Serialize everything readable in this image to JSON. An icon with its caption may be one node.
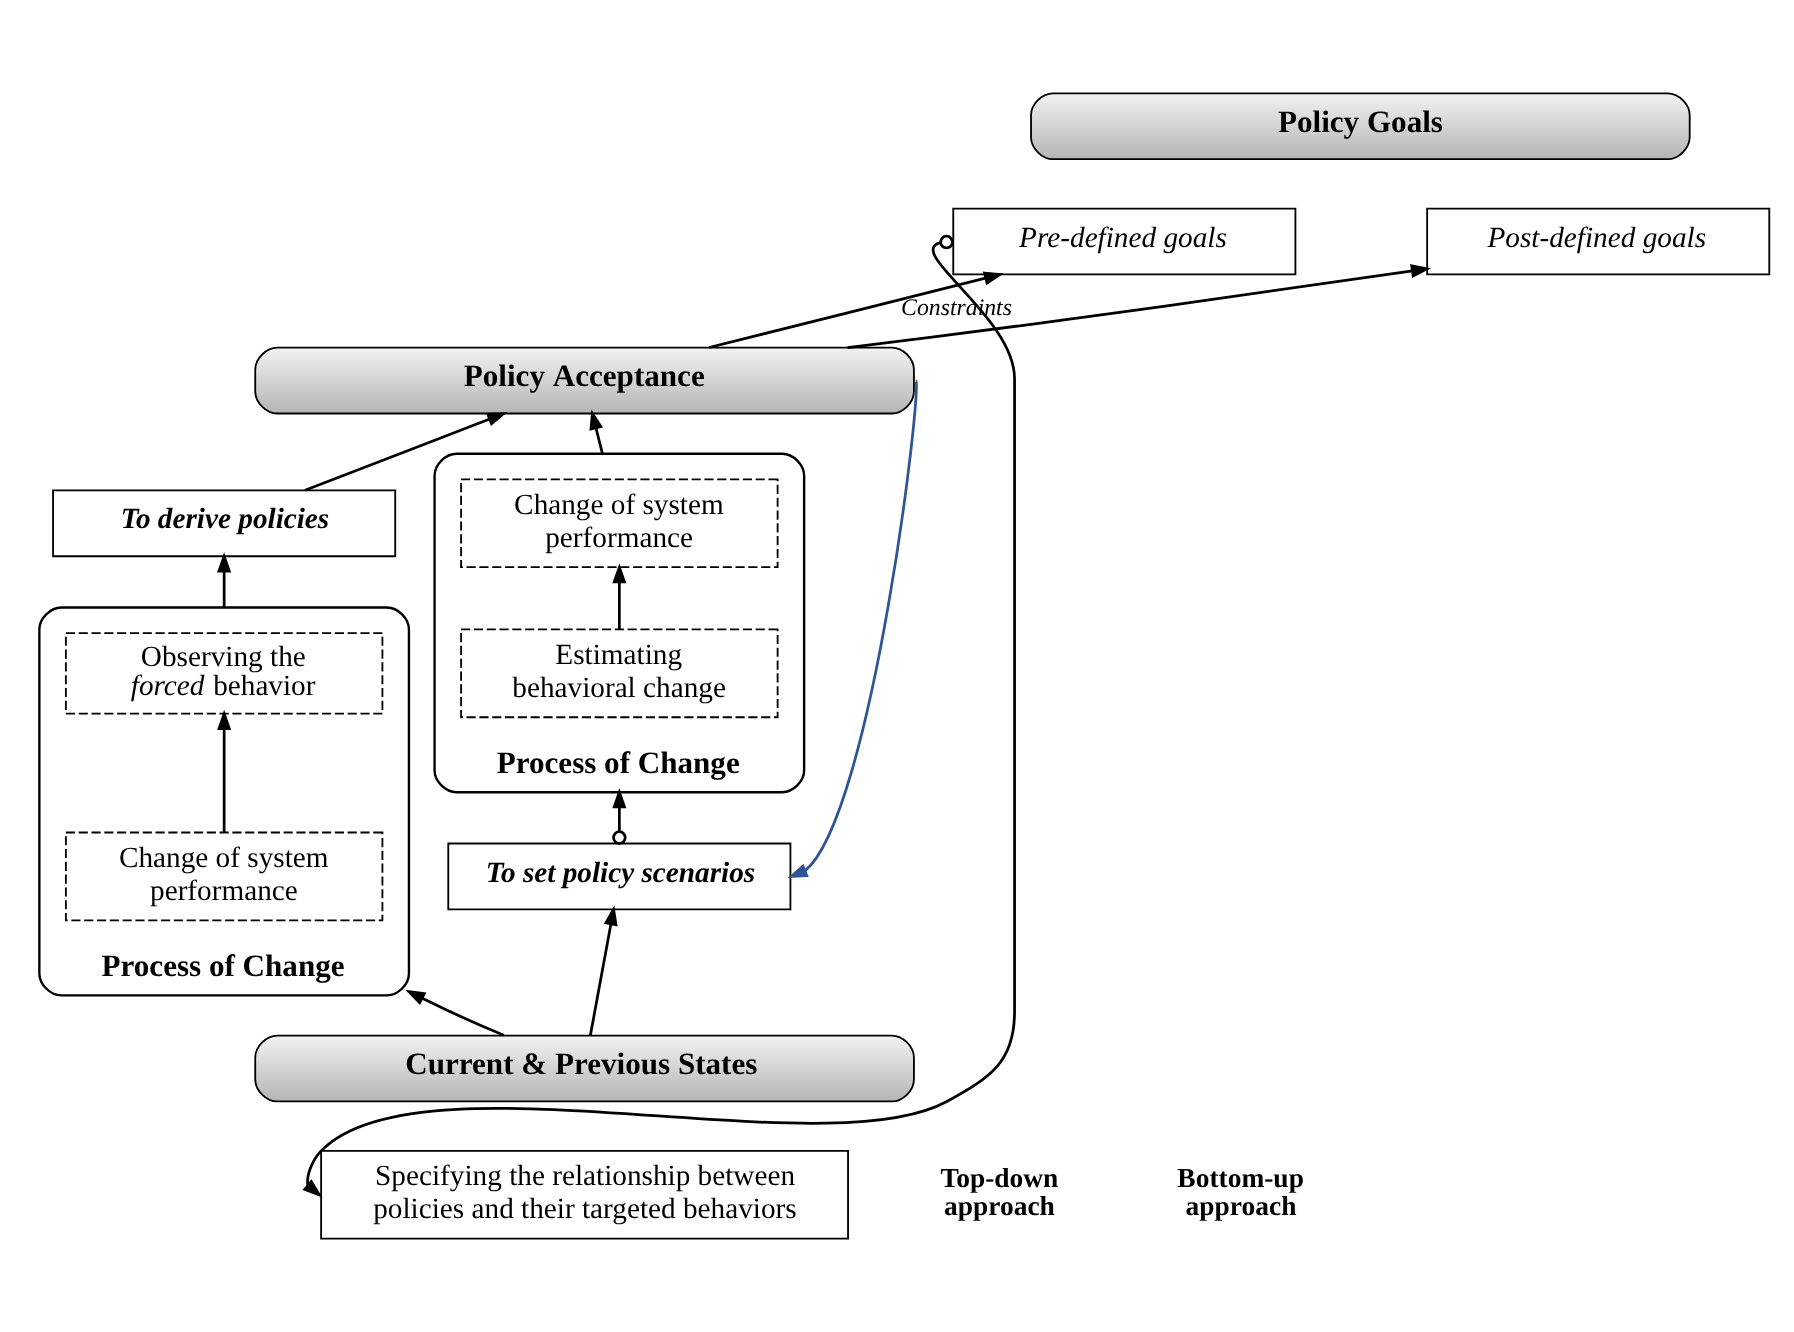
{
  "diagram": {
    "nodes": [
      {
        "text": [
          "Policy Goals"
        ]
      },
      {
        "text": [
          "Pre-defined goals"
        ]
      },
      {
        "text": [
          "Post-defined goals"
        ]
      },
      {
        "text": [
          "Policy Acceptance"
        ]
      },
      {
        "text": [
          "To derive policies"
        ]
      },
      {
        "text": [
          "Process of Change"
        ]
      },
      {
        "text": [
          "Observing the *forced* behavior"
        ],
        "in": 5
      },
      {
        "text": [
          "Change of system performance"
        ],
        "in": 5
      },
      {
        "text": [
          "Process of Change"
        ]
      },
      {
        "text": [
          "Change of system performance"
        ],
        "in": 8
      },
      {
        "text": [
          "Estimating behavioral change"
        ],
        "in": 8
      },
      {
        "text": [
          "To set policy scenarios"
        ]
      },
      {
        "text": [
          "Current & Previous States"
        ]
      },
      {
        "text": [
          "Specifying the relationship between policies and their targeted behaviors"
        ]
      }
    ],
    "edges": [
      {
        "from": 3,
        "to": 1,
        "arrow": "to",
        "label": "Constraints"
      },
      {
        "from": 3,
        "to": 2,
        "arrow": "to"
      },
      {
        "from": 4,
        "to": 3,
        "arrow": "to"
      },
      {
        "from": 8,
        "to": 3,
        "arrow": "to"
      },
      {
        "from": 5,
        "to": 4,
        "arrow": "to"
      },
      {
        "from": 7,
        "to": 6,
        "arrow": "to"
      },
      {
        "from": 10,
        "to": 9,
        "arrow": "to"
      },
      {
        "from": 12,
        "to": 5,
        "arrow": "to"
      },
      {
        "from": 11,
        "to": 8,
        "arrow": "to"
      },
      {
        "from": 12,
        "to": 11,
        "arrow": "to"
      },
      {
        "from": 3,
        "to": 11,
        "arrow": "to",
        "color": "#2e5597"
      },
      {
        "from": 1,
        "to": 13,
        "arrow": "to"
      }
    ],
    "labels": [
      "Top-down approach",
      "Bottom-up approach"
    ]
  }
}
